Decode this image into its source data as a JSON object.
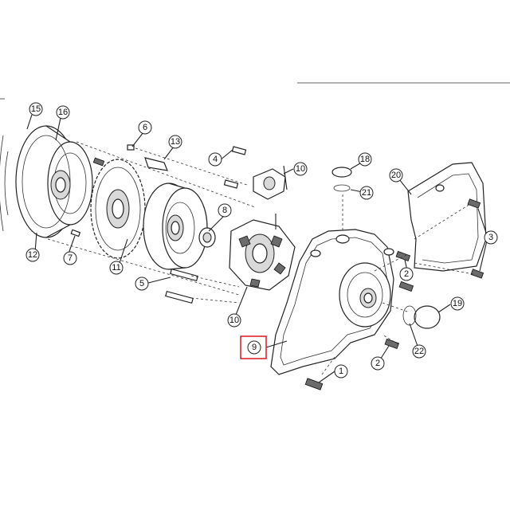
{
  "diagram": {
    "highlight_color": "#e0242f",
    "highlighted_callout": "9",
    "callouts": [
      {
        "id": "c1",
        "label": "1"
      },
      {
        "id": "c2a",
        "label": "2"
      },
      {
        "id": "c2b",
        "label": "2"
      },
      {
        "id": "c3",
        "label": "3"
      },
      {
        "id": "c4",
        "label": "4"
      },
      {
        "id": "c5",
        "label": "5"
      },
      {
        "id": "c6",
        "label": "6"
      },
      {
        "id": "c7",
        "label": "7"
      },
      {
        "id": "c8",
        "label": "8"
      },
      {
        "id": "c9",
        "label": "9"
      },
      {
        "id": "c10a",
        "label": "10"
      },
      {
        "id": "c10b",
        "label": "10"
      },
      {
        "id": "c11",
        "label": "11"
      },
      {
        "id": "c12",
        "label": "12"
      },
      {
        "id": "c13",
        "label": "13"
      },
      {
        "id": "c15",
        "label": "15"
      },
      {
        "id": "c16",
        "label": "16"
      },
      {
        "id": "c18",
        "label": "18"
      },
      {
        "id": "c19",
        "label": "19"
      },
      {
        "id": "c20",
        "label": "20"
      },
      {
        "id": "c21",
        "label": "21"
      },
      {
        "id": "c22",
        "label": "22"
      }
    ]
  }
}
